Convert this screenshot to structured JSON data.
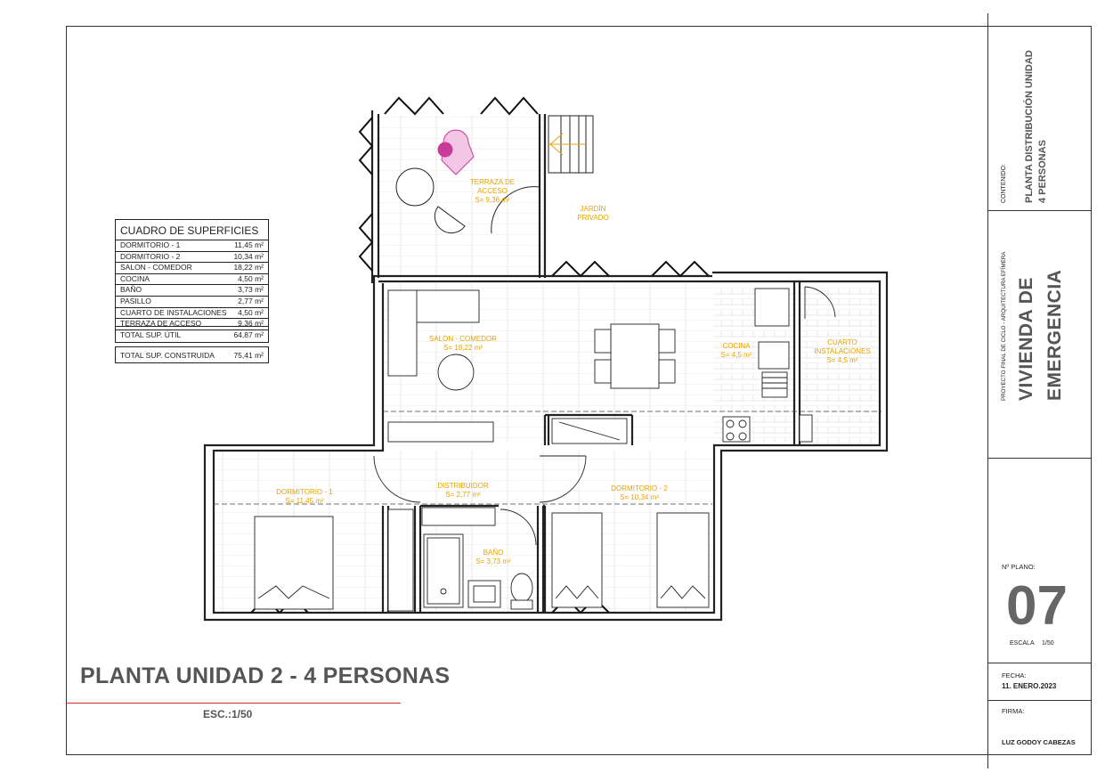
{
  "table": {
    "title": "CUADRO DE SUPERFICIES",
    "rows": [
      {
        "name": "DORMITORIO - 1",
        "value": "11,45 m²"
      },
      {
        "name": "DORMITORIO - 2",
        "value": "10,34 m²"
      },
      {
        "name": "SALON - COMEDOR",
        "value": "18,22 m²"
      },
      {
        "name": "COCINA",
        "value": "4,50 m²"
      },
      {
        "name": "BAÑO",
        "value": "3,73 m²"
      },
      {
        "name": "PASILLO",
        "value": "2,77 m²"
      },
      {
        "name": "CUARTO DE INSTALACIONES",
        "value": "4,50 m²"
      },
      {
        "name": "TERRAZA DE ACCESO",
        "value": "9,36 m²"
      }
    ],
    "total_util_label": "TOTAL SUP. ÚTIL",
    "total_util_value": "64,87 m²",
    "total_construida_label": "TOTAL SUP. CONSTRUIDA",
    "total_construida_value": "75,41 m²"
  },
  "rooms": {
    "terraza": {
      "name": "TERRAZA DE\nACCESO",
      "area": "S= 9,36 m²"
    },
    "jardin": {
      "name": "JARDÍN\nPRIVADO"
    },
    "salon": {
      "name": "SALON - COMEDOR",
      "area": "S= 18,22 m²"
    },
    "cocina": {
      "name": "COCINA",
      "area": "S= 4,5 m²"
    },
    "cuarto": {
      "name": "CUARTO\nINSTALACIONES",
      "area": "S= 4,5 m²"
    },
    "distribuidor": {
      "name": "DISTRIBUIDOR",
      "area": "S= 2,77 m²"
    },
    "dormitorio1": {
      "name": "DORMITORIO - 1",
      "area": "S= 11,45 m²"
    },
    "dormitorio2": {
      "name": "DORMITORIO - 2",
      "area": "S= 10,34 m²"
    },
    "bano": {
      "name": "BAÑO",
      "area": "S= 3,73 m²"
    }
  },
  "plan": {
    "title": "PLANTA UNIDAD 2 - 4 PERSONAS",
    "scale": "ESC.:1/50",
    "accent_color": "#d62a2a",
    "label_color": "#e8a300"
  },
  "titleblock": {
    "contenido_label": "CONTENIDO:",
    "contenido_line1": "PLANTA DISTRIBUCIÓN UNIDAD",
    "contenido_line2": "4 PERSONAS",
    "project_line": "PROYECTO FINAL DE CICLO - ARQUITECTURA EFÍMERA",
    "project_title_line1": "VIVIENDA DE",
    "project_title_line2": "EMERGENCIA",
    "plano_label": "Nº PLANO:",
    "plano_number": "07",
    "escala_label": "ESCALA",
    "escala_value": "1/50",
    "fecha_label": "FECHA:",
    "fecha_value": "11. ENERO.2023",
    "firma_label": "FIRMA:",
    "author": "LUZ GODOY CABEZAS"
  }
}
